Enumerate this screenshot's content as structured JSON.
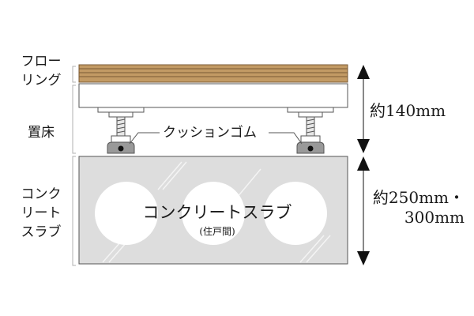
{
  "left_labels": {
    "flooring": "フロー\nリング",
    "raised_floor": "置床",
    "concrete_slab": "コンク\nリート\nスラブ"
  },
  "dimensions": {
    "raised_floor_height": "約140mm",
    "slab_thickness": "約250mm・\n300mm"
  },
  "callouts": {
    "cushion_rubber": "クッションゴム",
    "slab_title": "コンクリートスラブ",
    "slab_subtitle": "(住戸間)"
  },
  "colors": {
    "flooring_fill": "#c29a64",
    "flooring_lines": "#7a5a34",
    "slab_fill": "#dddddd",
    "outline": "#555555",
    "bracket_fill": "#999999"
  }
}
